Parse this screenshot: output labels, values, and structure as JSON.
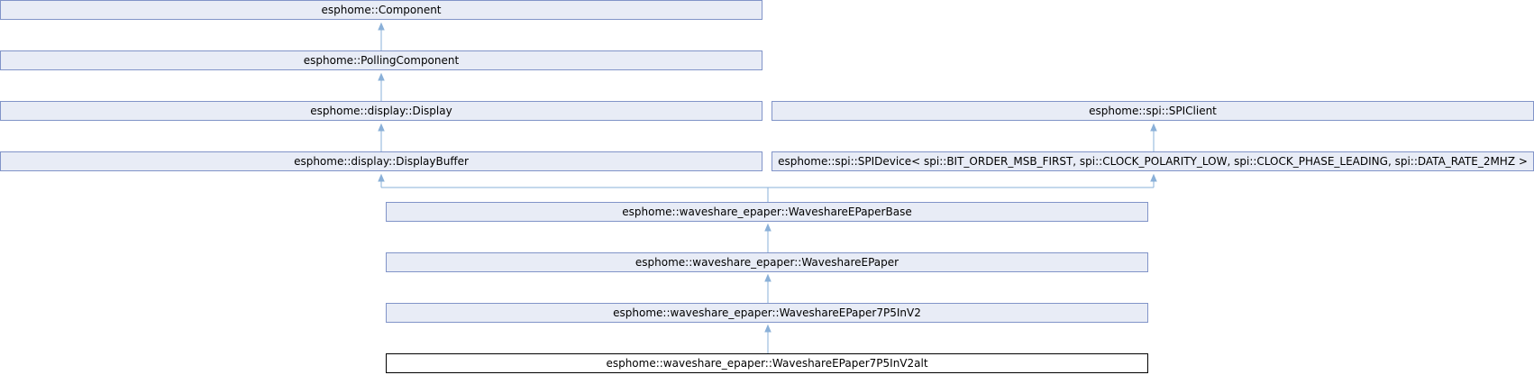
{
  "nodes": {
    "component": "esphome::Component",
    "polling_component": "esphome::PollingComponent",
    "display": "esphome::display::Display",
    "spi_client": "esphome::spi::SPIClient",
    "display_buffer": "esphome::display::DisplayBuffer",
    "spi_device": "esphome::spi::SPIDevice< spi::BIT_ORDER_MSB_FIRST, spi::CLOCK_POLARITY_LOW, spi::CLOCK_PHASE_LEADING, spi::DATA_RATE_2MHZ >",
    "epaper_base": "esphome::waveshare_epaper::WaveshareEPaperBase",
    "epaper": "esphome::waveshare_epaper::WaveshareEPaper",
    "epaper_7p5_v2": "esphome::waveshare_epaper::WaveshareEPaper7P5InV2",
    "epaper_7p5_v2_alt": "esphome::waveshare_epaper::WaveshareEPaper7P5InV2alt"
  },
  "colors": {
    "node_fill": "#e8ecf6",
    "node_border": "#8194c8",
    "current_border": "#000000",
    "edge": "#8ab0d8"
  }
}
